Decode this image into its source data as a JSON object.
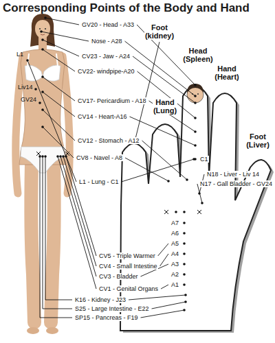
{
  "diagram": {
    "title": "Corresponding Points of the Body and Hand",
    "labels": [
      "Foot (kidney)",
      "Head (Spleen)",
      "Hand (Heart)",
      "Hand (Lung)",
      "Foot (Liver)",
      "GV20 - Head - A33",
      "Nose - A28",
      "CV23 - Jaw - A24",
      "CV22- windpipe-A20",
      "L1",
      "CV17- Pericardium - A18",
      "Liv14",
      "CV14 - Heart-A16",
      "GV24",
      "C1",
      "CV12 - Stomach - A12",
      "N18 - Liver - Liv 14",
      "N17 - Gall Bladder - GV24",
      "CV8 - Navel - A8",
      "L1 - Lung - C1",
      "A7",
      "A6",
      "A5",
      "A4",
      "A3",
      "A2",
      "A1",
      "CV5 - Triple Warmer",
      "CV4 - Small Intestine",
      "CV3 - Bladder",
      "CV1 - Genital Organs",
      "K16 - Kidney - J23",
      "S25 - Large Intestine - E22",
      "SP15 - Pancreas - F19"
    ]
  }
}
